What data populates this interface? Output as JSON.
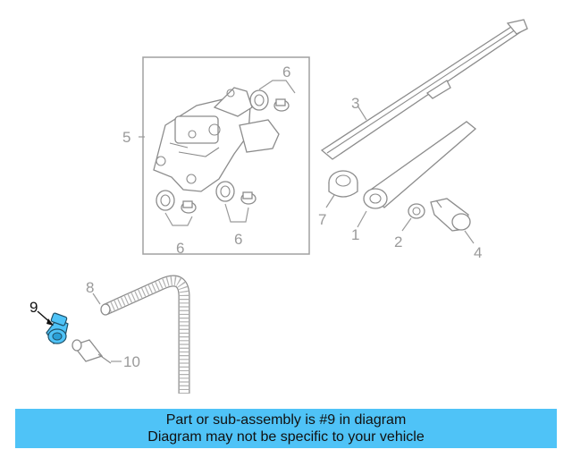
{
  "diagram": {
    "callouts": {
      "c1": "1",
      "c2": "2",
      "c3": "3",
      "c4": "4",
      "c5": "5",
      "c6a": "6",
      "c6b": "6",
      "c6c": "6",
      "c7": "7",
      "c8": "8",
      "c9": "9",
      "c10": "10"
    },
    "highlighted_part": "9",
    "highlight_color": "#4fc3f7"
  },
  "banner": {
    "line1": "Part or sub-assembly is #9 in diagram",
    "line2": "Diagram may not be specific to your vehicle",
    "background": "#4fc3f7"
  }
}
